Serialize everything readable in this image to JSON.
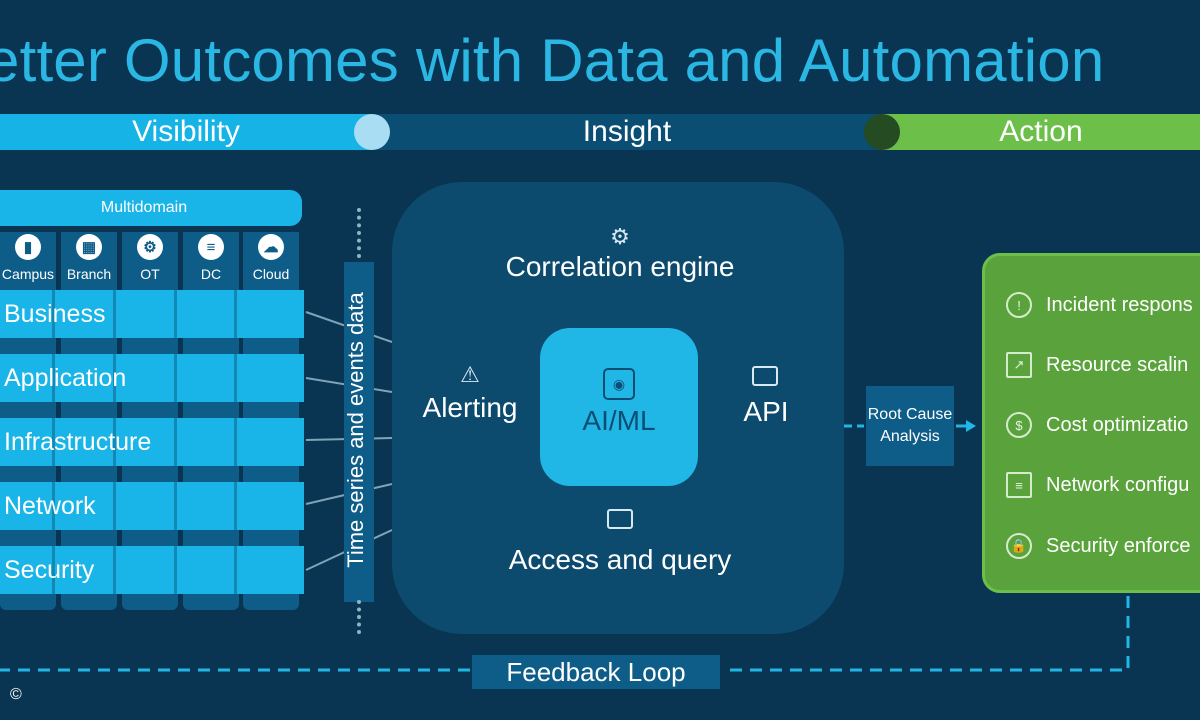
{
  "title": "etter Outcomes with Data and Automation",
  "phases": {
    "visibility": "Visibility",
    "insight": "Insight",
    "action": "Action"
  },
  "multidomain": {
    "header": "Multidomain",
    "domains": [
      {
        "label": "Campus",
        "icon": "campus-icon"
      },
      {
        "label": "Branch",
        "icon": "branch-icon"
      },
      {
        "label": "OT",
        "icon": "ot-icon"
      },
      {
        "label": "DC",
        "icon": "dc-icon"
      },
      {
        "label": "Cloud",
        "icon": "cloud-icon"
      }
    ],
    "layers": [
      "Business",
      "Application",
      "Infrastructure",
      "Network",
      "Security"
    ]
  },
  "time_series_label": "Time series and events data",
  "insight": {
    "correlation": "Correlation engine",
    "alerting": "Alerting",
    "aiml": "AI/ML",
    "api": "API",
    "access": "Access and query"
  },
  "rca": "Root Cause Analysis",
  "actions": [
    {
      "label": "Incident respons",
      "icon": "warning-icon"
    },
    {
      "label": "Resource scalin",
      "icon": "chart-up-icon"
    },
    {
      "label": "Cost optimizatio",
      "icon": "dollar-icon"
    },
    {
      "label": "Network configu",
      "icon": "sliders-icon"
    },
    {
      "label": "Security enforce",
      "icon": "lock-icon"
    }
  ],
  "feedback": "Feedback Loop",
  "copyright": "©",
  "colors": {
    "background": "#093552",
    "title": "#2ab7e3",
    "visibility": "#15b3e6",
    "insight": "#0b4e74",
    "action": "#6cc04a"
  }
}
